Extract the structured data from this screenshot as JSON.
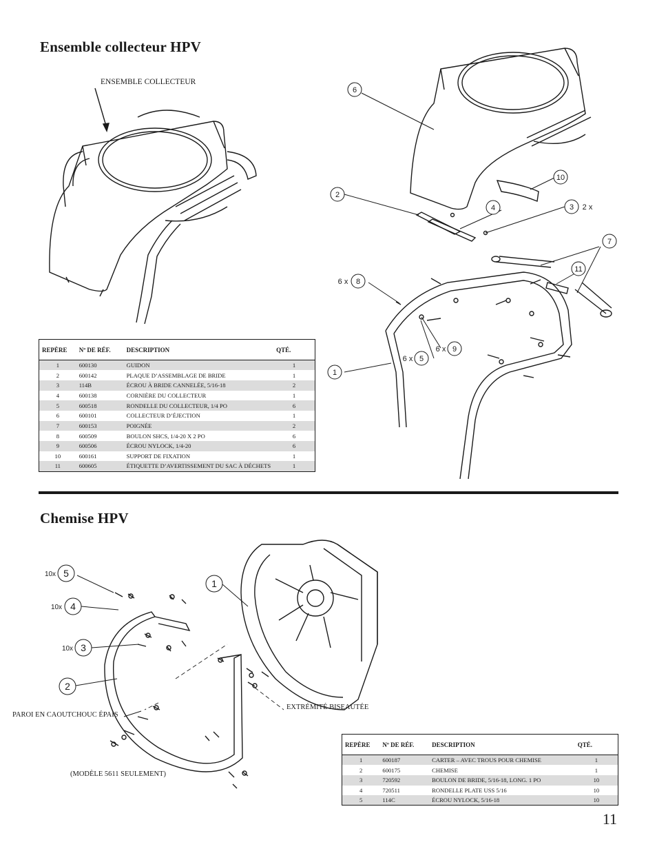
{
  "sections": {
    "collector": {
      "title": "Ensemble collecteur HPV",
      "callout_assembly": "ENSEMBLE COLLECTEUR",
      "diagram_labels": [
        "6",
        "10",
        "2",
        "4",
        "3",
        "2 x",
        "7",
        "11",
        "6 x",
        "8",
        "9",
        "6 x",
        "5",
        "6 x",
        "1"
      ],
      "table": {
        "headers": [
          "REPÈRE",
          "Nº DE RÉF.",
          "DESCRIPTION",
          "QTÉ."
        ],
        "rows": [
          [
            "1",
            "600130",
            "GUIDON",
            "1"
          ],
          [
            "2",
            "600142",
            "PLAQUE D’ASSEMBLAGE DE BRIDE",
            "1"
          ],
          [
            "3",
            "114B",
            "ÉCROU À BRIDE CANNELÉE, 5/16-18",
            "2"
          ],
          [
            "4",
            "600138",
            "CORNIÈRE DU COLLECTEUR",
            "1"
          ],
          [
            "5",
            "600518",
            "RONDELLE DU COLLECTEUR, 1/4 PO",
            "6"
          ],
          [
            "6",
            "600101",
            "COLLECTEUR D’ÉJECTION",
            "1"
          ],
          [
            "7",
            "600153",
            "POIGNÉE",
            "2"
          ],
          [
            "8",
            "600509",
            "BOULON SHCS, 1/4-20 X 2 PO",
            "6"
          ],
          [
            "9",
            "600506",
            "ÉCROU NYLOCK, 1/4-20",
            "6"
          ],
          [
            "10",
            "600161",
            "SUPPORT DE FIXATION",
            "1"
          ],
          [
            "11",
            "600605",
            "ÉTIQUETTE D’AVERTISSEMENT DU SAC À DÉCHETS",
            "1"
          ]
        ]
      }
    },
    "housing": {
      "title": "Chemise HPV",
      "callout_wall": "PAROI EN CAOUTCHOUC ÉPAIS",
      "callout_model": "(MODÈLE 5611 SEULEMENT)",
      "callout_bevel": "EXTRÉMITÉ BISEAUTÉE",
      "diagram_labels": [
        "10x",
        "5",
        "10x",
        "4",
        "10x",
        "3",
        "2",
        "1"
      ],
      "table": {
        "headers": [
          "REPÈRE",
          "Nº DE RÉF.",
          "DESCRIPTION",
          "QTÉ."
        ],
        "rows": [
          [
            "1",
            "600187",
            "CARTER – AVEC TROUS POUR CHEMISE",
            "1"
          ],
          [
            "2",
            "600175",
            "CHEMISE",
            "1"
          ],
          [
            "3",
            "720592",
            "BOULON DE BRIDE, 5/16-18, LONG. 1 PO",
            "10"
          ],
          [
            "4",
            "720511",
            "RONDELLE PLATE USS 5/16",
            "10"
          ],
          [
            "5",
            "114C",
            "ÉCROU NYLOCK, 5/16-18",
            "10"
          ]
        ]
      }
    }
  },
  "page_number": "11"
}
